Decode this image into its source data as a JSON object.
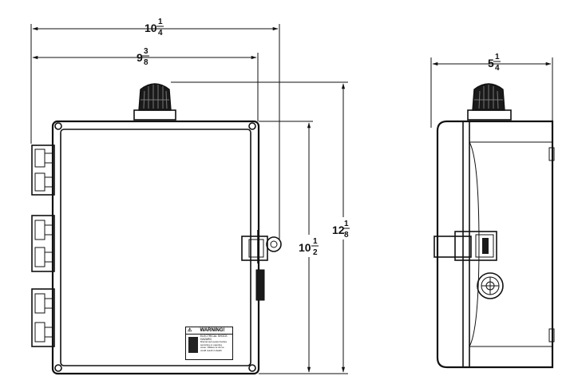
{
  "dimensions": {
    "overall_width": {
      "whole": "10",
      "num": "1",
      "den": "4"
    },
    "box_width": {
      "whole": "9",
      "num": "3",
      "den": "8"
    },
    "side_depth": {
      "whole": "5",
      "num": "1",
      "den": "4"
    },
    "box_height": {
      "whole": "10",
      "num": "1",
      "den": "2"
    },
    "overall_height": {
      "whole": "12",
      "num": "1",
      "den": "8"
    }
  },
  "warning_label": {
    "title": "WARNING!",
    "subtitle": "ELECTRICAL SHOCK HAZARD",
    "body_line1": "Disconnect power before",
    "body_line2": "servicing or opening",
    "body_line3": "cover. Failure to do so",
    "body_line4": "could result in death"
  },
  "colors": {
    "line": "#111111",
    "background": "#ffffff"
  }
}
